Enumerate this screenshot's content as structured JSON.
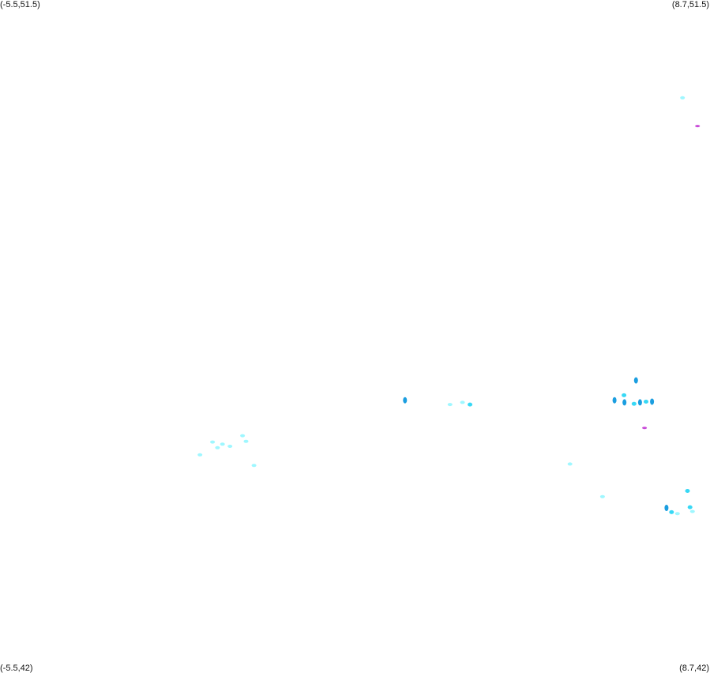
{
  "map": {
    "corner_labels": {
      "top_left": "(-5.5,51.5)",
      "top_right": "(8.7,51.5)",
      "bottom_left": "(-5.5,42)",
      "bottom_right": "(8.7,42)"
    },
    "bounds": {
      "lon_min": -5.5,
      "lon_max": 8.7,
      "lat_min": 42,
      "lat_max": 51.5
    },
    "colors": {
      "background": "#ffffff",
      "light": "#9ff7ff",
      "cyan": "#38d8f5",
      "blue": "#1b9ee0",
      "dark_blue": "#0f6cc0",
      "magenta": "#c84ad8"
    },
    "echoes": [
      {
        "lon": 2.6,
        "lat": 45.85,
        "intensity": "blue"
      },
      {
        "lon": 3.5,
        "lat": 45.79,
        "intensity": "light"
      },
      {
        "lon": 3.9,
        "lat": 45.79,
        "intensity": "cyan"
      },
      {
        "lon": 3.75,
        "lat": 45.82,
        "intensity": "light"
      },
      {
        "lon": 7.22,
        "lat": 46.13,
        "intensity": "blue"
      },
      {
        "lon": 6.79,
        "lat": 45.85,
        "intensity": "blue"
      },
      {
        "lon": 6.98,
        "lat": 45.92,
        "intensity": "cyan"
      },
      {
        "lon": 6.99,
        "lat": 45.82,
        "intensity": "blue"
      },
      {
        "lon": 7.18,
        "lat": 45.8,
        "intensity": "cyan"
      },
      {
        "lon": 7.3,
        "lat": 45.82,
        "intensity": "blue"
      },
      {
        "lon": 7.54,
        "lat": 45.83,
        "intensity": "blue"
      },
      {
        "lon": 7.42,
        "lat": 45.83,
        "intensity": "cyan"
      },
      {
        "lon": 7.39,
        "lat": 45.46,
        "intensity": "magenta"
      },
      {
        "lon": -1.05,
        "lat": 45.23,
        "intensity": "light"
      },
      {
        "lon": -1.15,
        "lat": 45.18,
        "intensity": "light"
      },
      {
        "lon": -0.9,
        "lat": 45.2,
        "intensity": "light"
      },
      {
        "lon": -1.25,
        "lat": 45.26,
        "intensity": "light"
      },
      {
        "lon": -0.65,
        "lat": 45.35,
        "intensity": "light"
      },
      {
        "lon": -0.58,
        "lat": 45.27,
        "intensity": "light"
      },
      {
        "lon": -1.5,
        "lat": 45.08,
        "intensity": "light"
      },
      {
        "lon": -0.42,
        "lat": 44.93,
        "intensity": "light"
      },
      {
        "lon": 5.9,
        "lat": 44.95,
        "intensity": "light"
      },
      {
        "lon": 6.55,
        "lat": 44.49,
        "intensity": "light"
      },
      {
        "lon": 7.83,
        "lat": 44.33,
        "intensity": "blue"
      },
      {
        "lon": 7.93,
        "lat": 44.27,
        "intensity": "cyan"
      },
      {
        "lon": 8.3,
        "lat": 44.34,
        "intensity": "cyan"
      },
      {
        "lon": 8.25,
        "lat": 44.57,
        "intensity": "cyan"
      },
      {
        "lon": 8.35,
        "lat": 44.28,
        "intensity": "light"
      },
      {
        "lon": 8.05,
        "lat": 44.25,
        "intensity": "light"
      },
      {
        "lon": 8.45,
        "lat": 49.72,
        "intensity": "magenta"
      },
      {
        "lon": 8.15,
        "lat": 50.12,
        "intensity": "light"
      }
    ]
  }
}
